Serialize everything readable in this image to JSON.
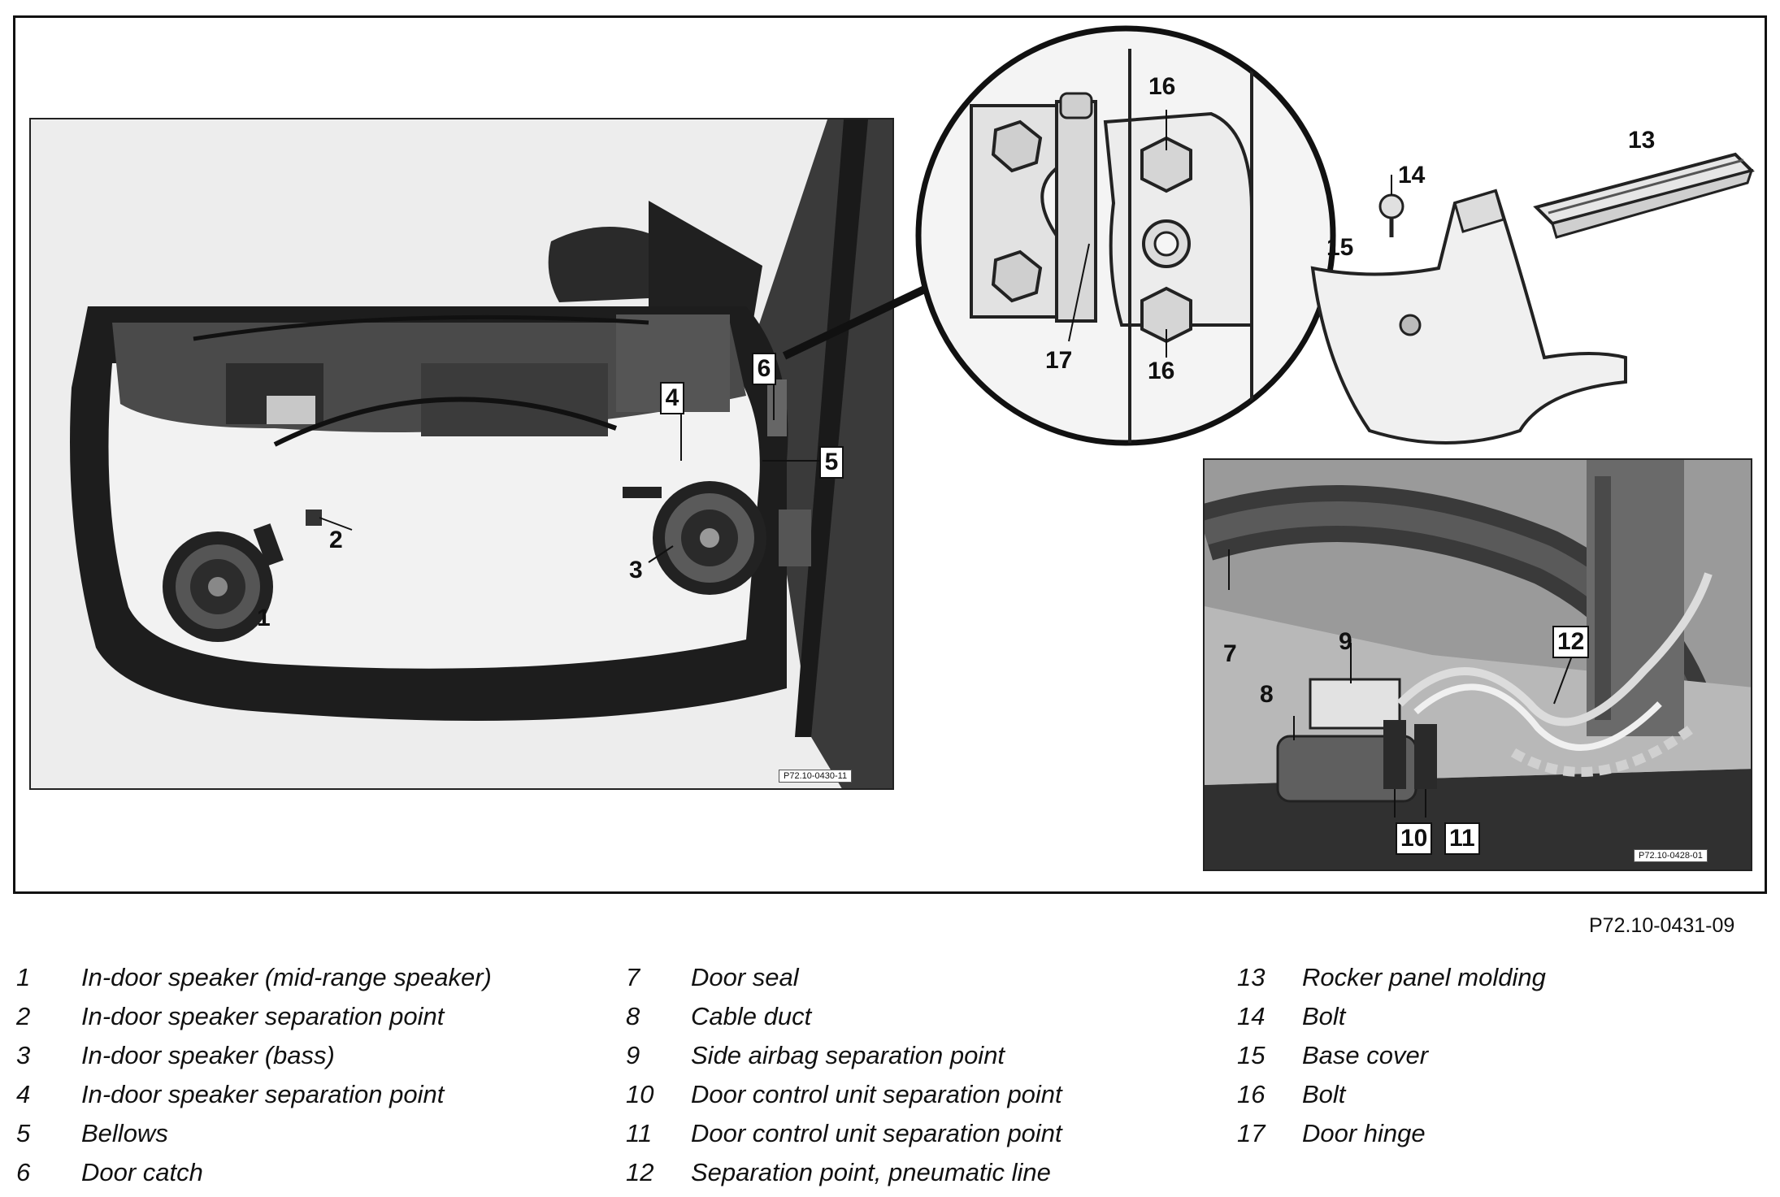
{
  "figure_codes": {
    "door_panel": "P72.10-0430-11",
    "detail_panel": "P72.10-0428-01",
    "overall": "P72.10-0431-09"
  },
  "callouts": {
    "c1": "1",
    "c2": "2",
    "c3": "3",
    "c4": "4",
    "c5": "5",
    "c6": "6",
    "c7": "7",
    "c8": "8",
    "c9": "9",
    "c10": "10",
    "c11": "11",
    "c12": "12",
    "c13": "13",
    "c14": "14",
    "c15": "15",
    "c16a": "16",
    "c16b": "16",
    "c17": "17"
  },
  "legend": {
    "col1": [
      {
        "num": "1",
        "text": "In-door speaker (mid-range speaker)"
      },
      {
        "num": "2",
        "text": "In-door speaker separation point"
      },
      {
        "num": "3",
        "text": "In-door speaker (bass)"
      },
      {
        "num": "4",
        "text": "In-door speaker separation point"
      },
      {
        "num": "5",
        "text": "Bellows"
      },
      {
        "num": "6",
        "text": "Door catch"
      }
    ],
    "col2": [
      {
        "num": "7",
        "text": "Door seal"
      },
      {
        "num": "8",
        "text": "Cable duct"
      },
      {
        "num": "9",
        "text": "Side airbag separation point"
      },
      {
        "num": "10",
        "text": "Door control unit separation point"
      },
      {
        "num": "11",
        "text": "Door control unit separation point"
      },
      {
        "num": "12",
        "text": "Separation point, pneumatic line"
      }
    ],
    "col3": [
      {
        "num": "13",
        "text": "Rocker panel molding"
      },
      {
        "num": "14",
        "text": "Bolt"
      },
      {
        "num": "15",
        "text": "Base cover"
      },
      {
        "num": "16",
        "text": "Bolt"
      },
      {
        "num": "17",
        "text": "Door hinge"
      }
    ]
  }
}
